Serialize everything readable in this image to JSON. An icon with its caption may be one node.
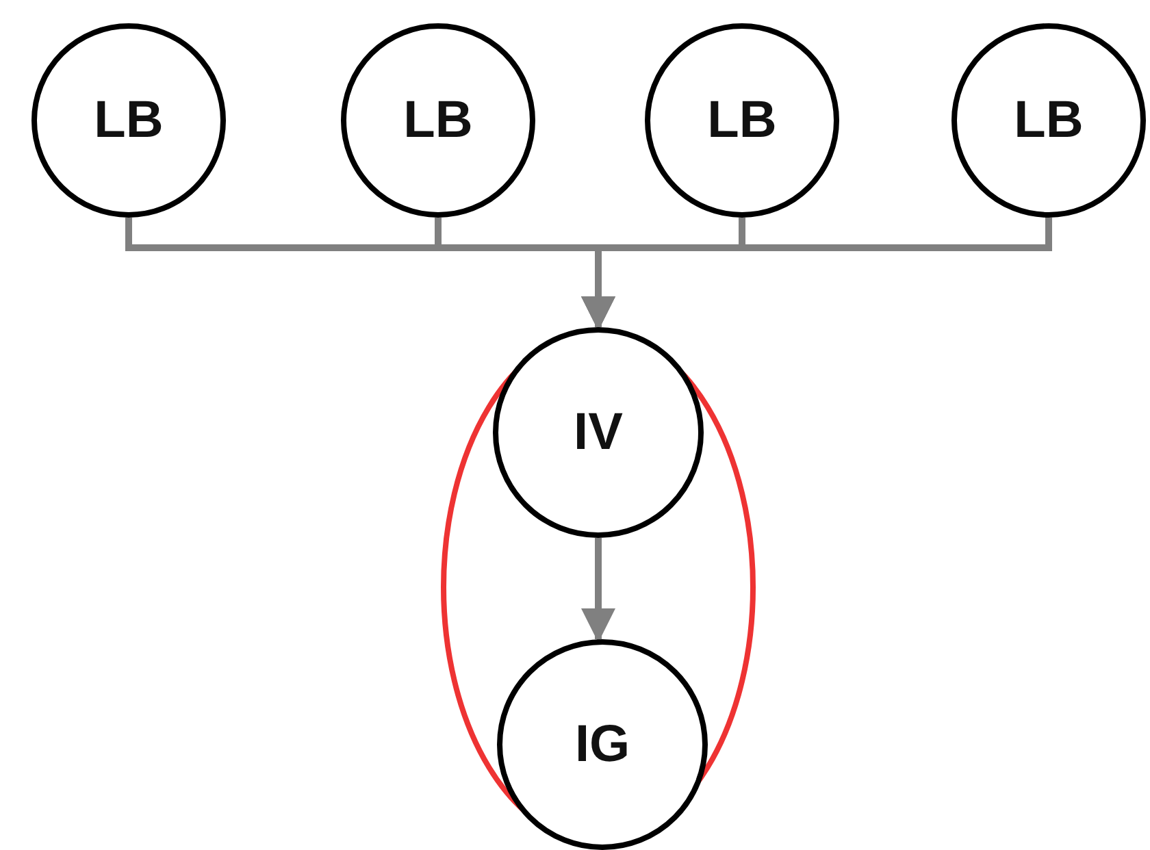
{
  "diagram": {
    "nodes": [
      {
        "text": [
          "LB"
        ]
      },
      {
        "text": [
          "LB"
        ]
      },
      {
        "text": [
          "LB"
        ]
      },
      {
        "text": [
          "LB"
        ]
      },
      {
        "text": [],
        "shape": "ellipse"
      },
      {
        "text": [
          "IV"
        ],
        "in": 4
      },
      {
        "text": [
          "IG"
        ],
        "in": 4
      }
    ],
    "edges": [
      {
        "from": 0,
        "to": 5,
        "arrow": "to"
      },
      {
        "from": 1,
        "to": 5,
        "arrow": "to"
      },
      {
        "from": 2,
        "to": 5,
        "arrow": "to"
      },
      {
        "from": 3,
        "to": 5,
        "arrow": "to"
      },
      {
        "from": 5,
        "to": 6,
        "arrow": "to"
      }
    ]
  }
}
